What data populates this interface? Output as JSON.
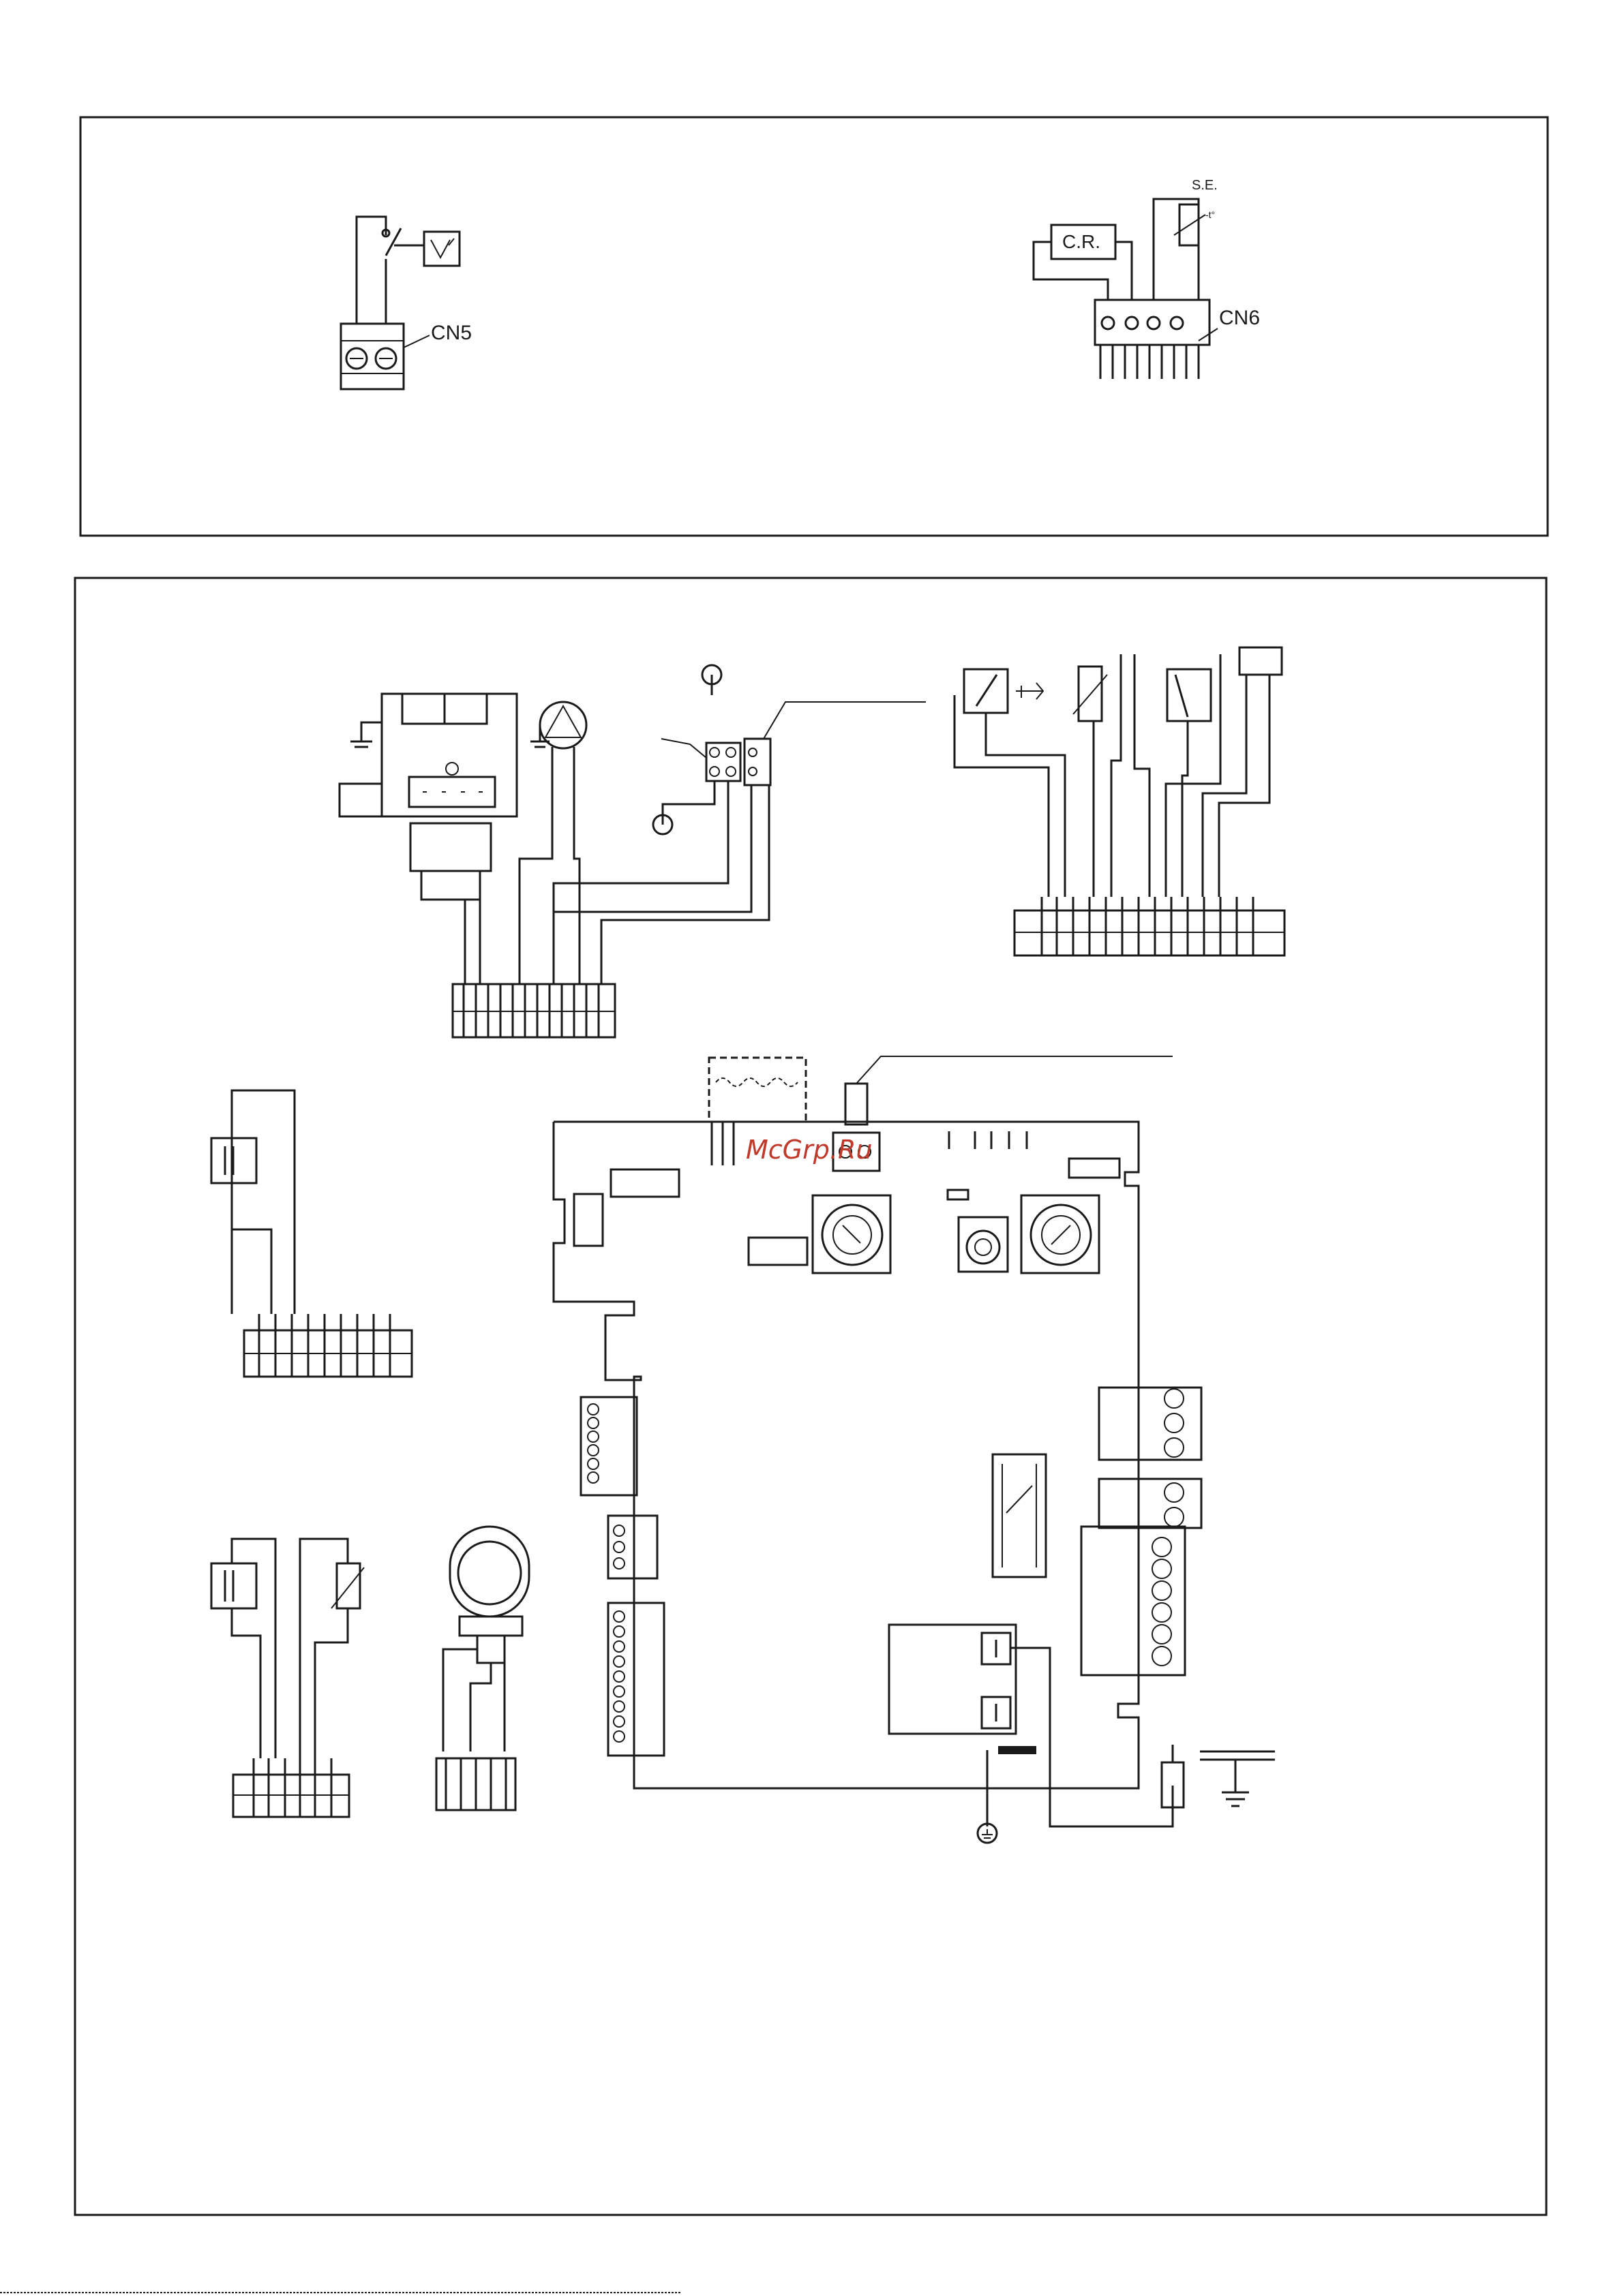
{
  "labels": {
    "cn5": "CN5",
    "cn6": "CN6",
    "cr": "C.R.",
    "se": "S.E.",
    "se_t": "-t°"
  },
  "watermark": {
    "text": "McGrp.Ru",
    "color": "#c0392b"
  },
  "colors": {
    "line": "#1a1a1a",
    "background": "#ffffff"
  }
}
